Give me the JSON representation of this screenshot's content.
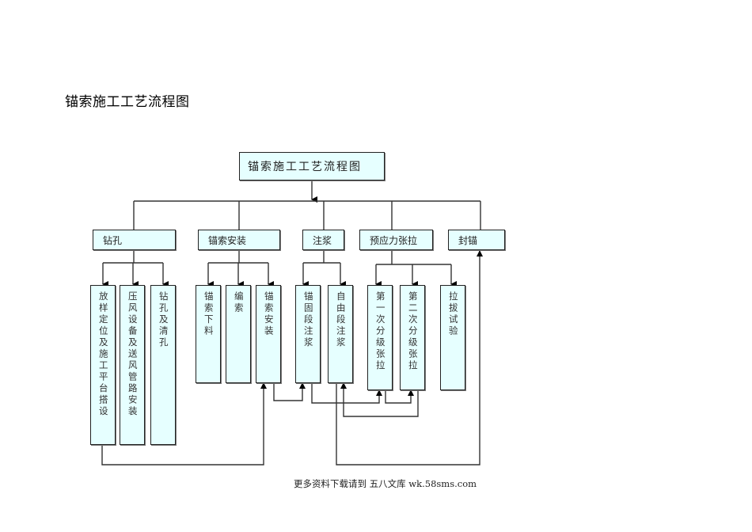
{
  "page_title": "锚索施工工艺流程图",
  "diagram": {
    "root": {
      "label": "锚索施工工艺流程图"
    },
    "stages": [
      {
        "id": "drilling",
        "label": "钻孔",
        "steps": [
          "放样定位及施工平台搭设",
          "压风设备及送风管路安装",
          "钻孔及清孔"
        ]
      },
      {
        "id": "anchor-install",
        "label": "锚索安装",
        "steps": [
          "锚索下料",
          "编索",
          "锚索安装"
        ]
      },
      {
        "id": "grouting",
        "label": "注浆",
        "steps": [
          "锚固段注浆",
          "自由段注浆"
        ]
      },
      {
        "id": "prestress",
        "label": "预应力张拉",
        "steps": [
          "第一次分级张拉",
          "第二次分级张拉",
          "拉拔试验"
        ]
      },
      {
        "id": "sealing",
        "label": "封锚",
        "steps": []
      }
    ],
    "flow_links": [
      {
        "from": "放样定位及施工平台搭设",
        "to": "锚索安装"
      },
      {
        "from": "锚索安装",
        "to": "锚固段注浆"
      },
      {
        "from": "锚固段注浆",
        "to": "第一次分级张拉"
      },
      {
        "from": "第一次分级张拉",
        "to": "第二次分级张拉"
      },
      {
        "from": "第二次分级张拉",
        "to": "自由段注浆"
      },
      {
        "from": "自由段注浆",
        "to": "封锚"
      }
    ]
  },
  "footer": "更多资料下载请到 五八文库 wk.58sms.com"
}
